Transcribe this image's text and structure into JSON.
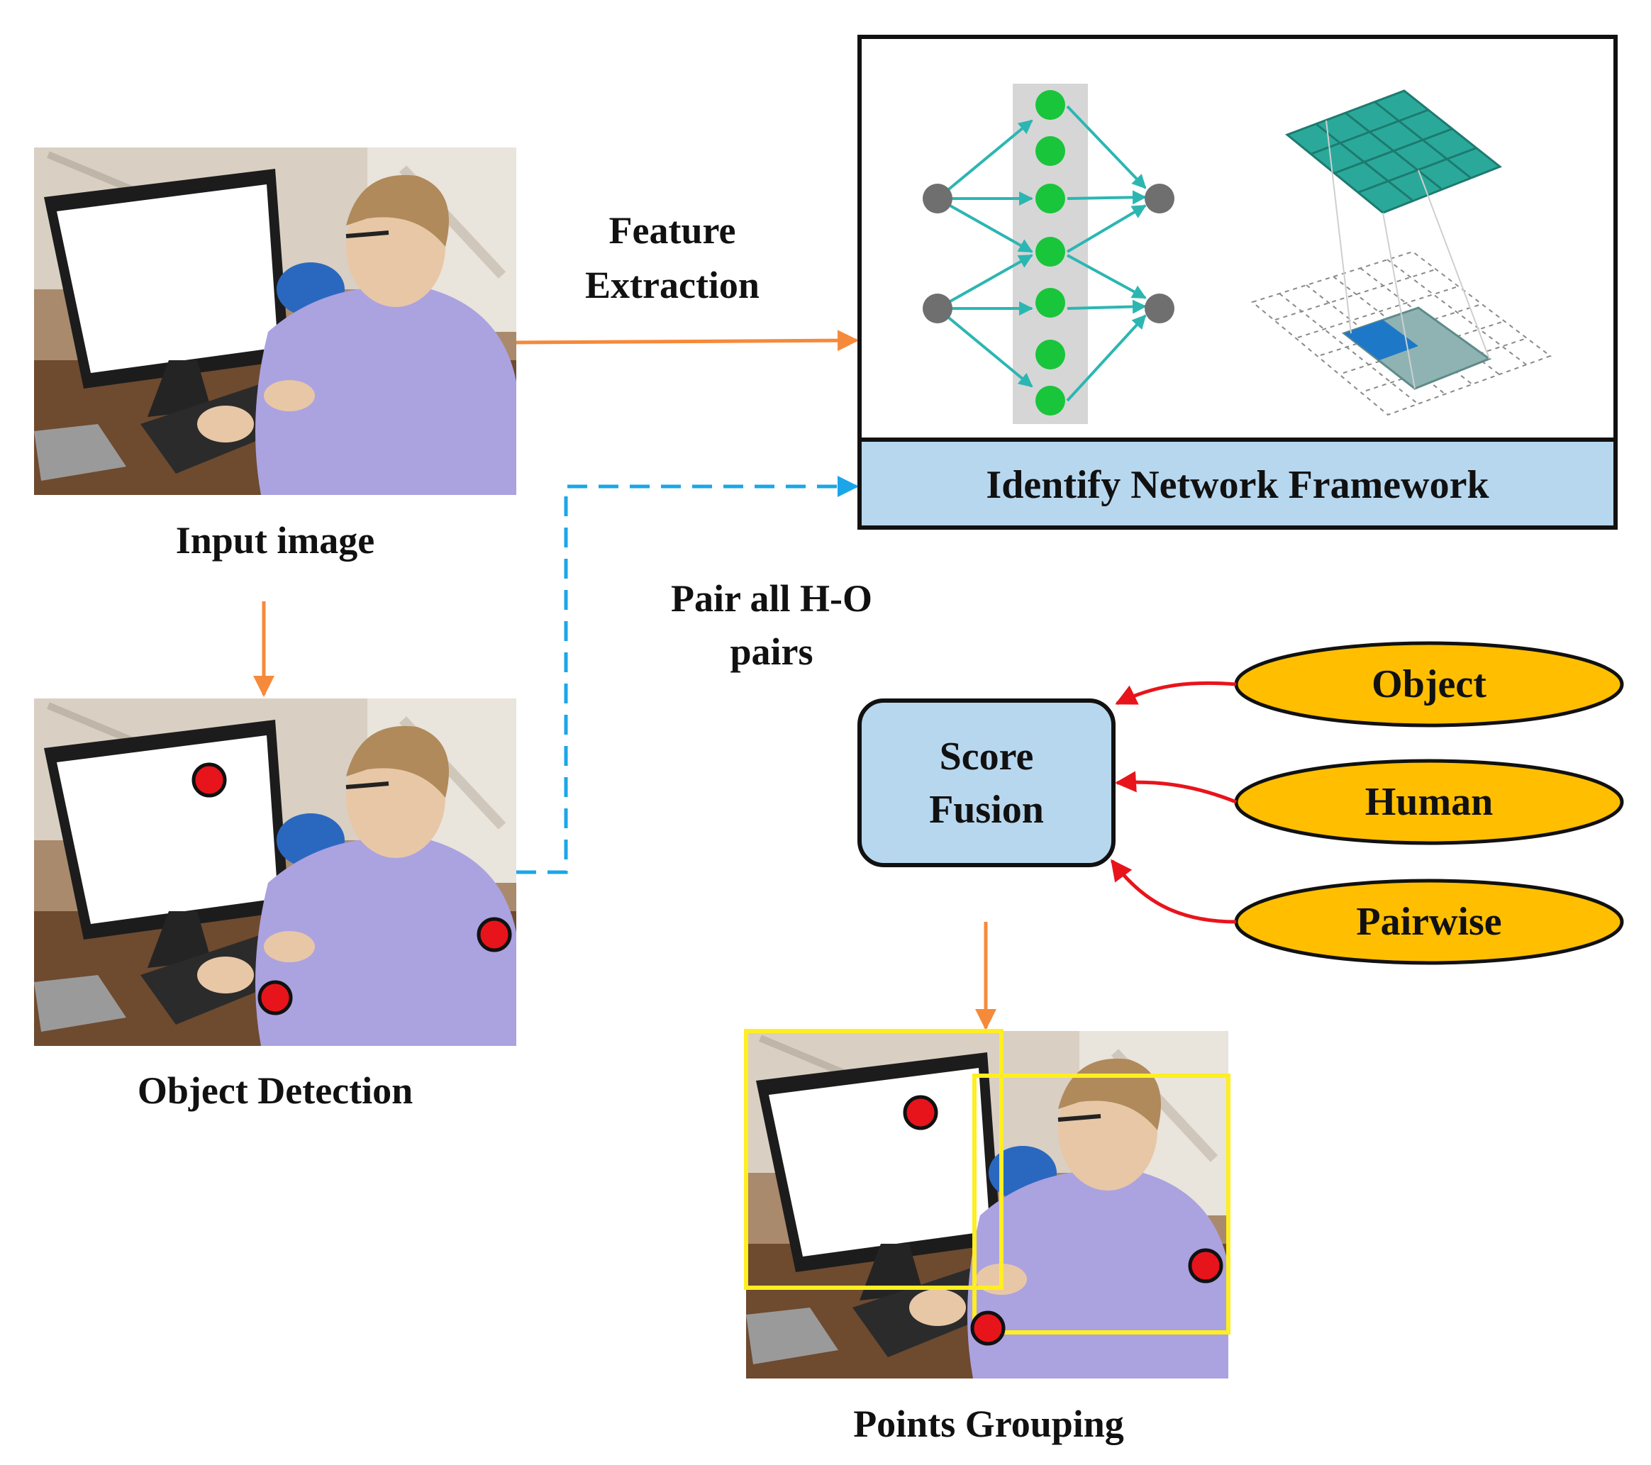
{
  "labels": {
    "input_image": "Input image",
    "object_detection": "Object Detection",
    "points_grouping": "Points Grouping",
    "feature_extraction_1": "Feature",
    "feature_extraction_2": "Extraction",
    "pair_hint_1": "Pair all H-O",
    "pair_hint_2": "pairs",
    "network_framework": "Identify Network Framework",
    "score_fusion_1": "Score",
    "score_fusion_2": "Fusion"
  },
  "score_inputs": [
    "Object",
    "Human",
    "Pairwise"
  ],
  "colors": {
    "orange_arrow": "#f58a3a",
    "blue_dashed": "#1aa6e8",
    "red_arrow": "#e8141b",
    "ellipse_fill": "#ffbf00",
    "box_fill": "#b7d7ee",
    "detection_point": "#e8141b",
    "grouping_box": "#ffee22",
    "nn_node_green": "#19c53a",
    "nn_node_gray": "#6f6f6f",
    "nn_arrow": "#2cb6b2",
    "feature_map": "#2aa99a"
  },
  "icons": [
    "desk-photo",
    "neural-network-icon",
    "convolution-grid-icon"
  ]
}
